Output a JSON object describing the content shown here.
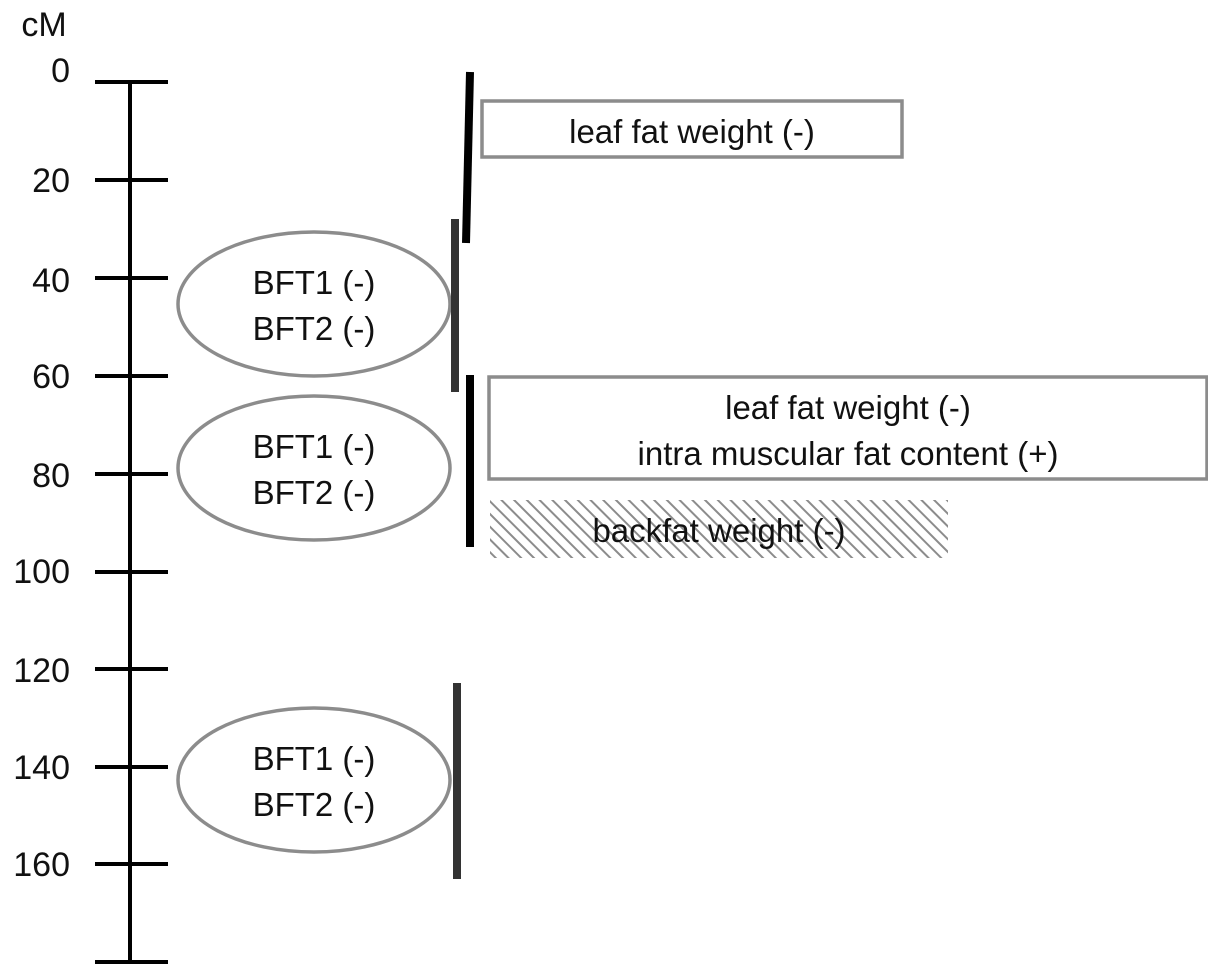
{
  "axis": {
    "unit": "cM",
    "ticks": [
      "0",
      "20",
      "40",
      "60",
      "80",
      "100",
      "120",
      "140",
      "160"
    ],
    "range": [
      0,
      180
    ]
  },
  "ellipses": [
    {
      "line1": "BFT1 (-)",
      "line2": "BFT2 (-)"
    },
    {
      "line1": "BFT1 (-)",
      "line2": "BFT2 (-)"
    },
    {
      "line1": "BFT1 (-)",
      "line2": "BFT2 (-)"
    }
  ],
  "boxes": [
    {
      "lines": [
        "leaf fat weight (-)"
      ],
      "style": "outline"
    },
    {
      "lines": [
        "leaf fat weight (-)",
        "intra muscular fat content (+)"
      ],
      "style": "outline"
    },
    {
      "lines": [
        "backfat  weight (-)"
      ],
      "style": "hatched"
    }
  ],
  "colors": {
    "axis": "#000000",
    "outline": "#8c8c8c",
    "interval_dark": "#333333",
    "interval_black": "#000000"
  }
}
